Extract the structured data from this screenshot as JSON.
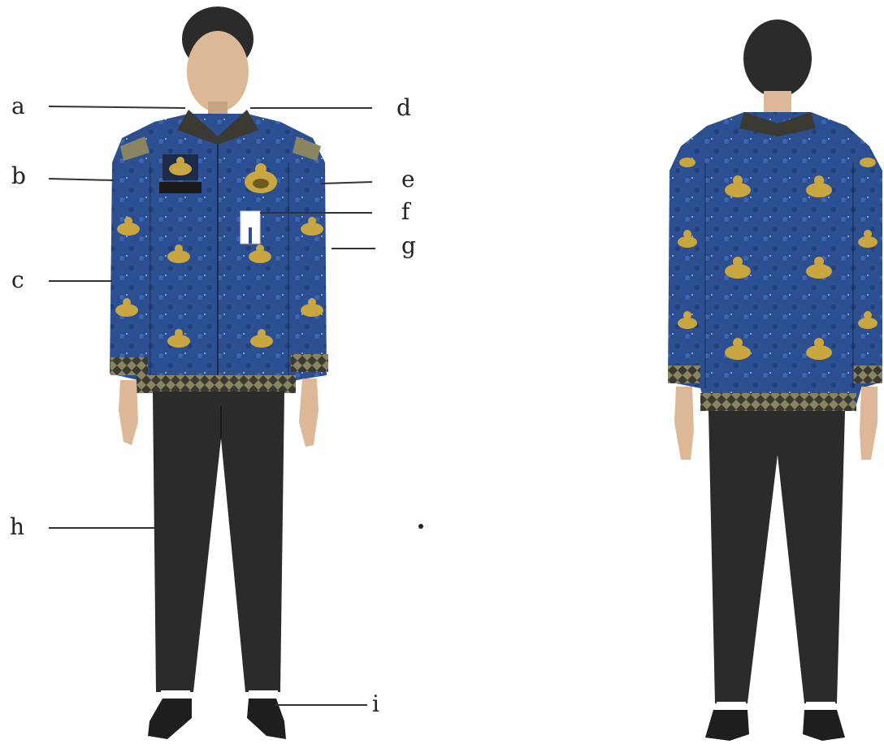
{
  "labels": {
    "a": "a",
    "b": "b",
    "c": "c",
    "d": "d",
    "e": "e",
    "f": "f",
    "g": "g",
    "h": "h",
    "i": "i"
  },
  "colors": {
    "shirt": "#2c4f92",
    "shirt_dark": "#1d2a4a",
    "motif": "#c9a640",
    "trim": "#6e6a4e",
    "trousers": "#2b2b2b",
    "shoes": "#1e1e1e",
    "skin": "#dcb896",
    "hair": "#2b2b2b",
    "lines": "#333333"
  }
}
